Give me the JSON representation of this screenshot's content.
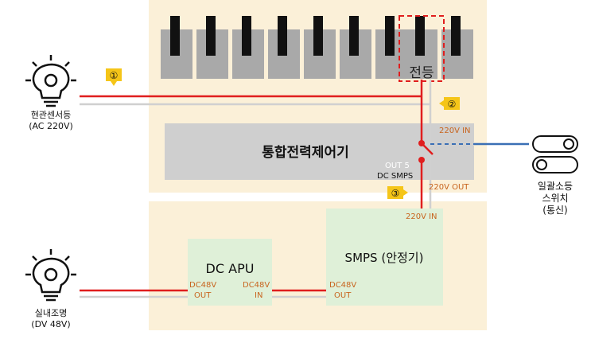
{
  "sensor_light": {
    "line1": "현관센서등",
    "line2": "(AC 220V)"
  },
  "indoor_light": {
    "line1": "실내조명",
    "line2": "(DV 48V)"
  },
  "switch_label": {
    "line1": "일괄소등",
    "line2": "스위치",
    "line3": "(통신)"
  },
  "panel_light_label": "전등",
  "controller": {
    "title": "통합전력제어기",
    "out5": "OUT 5",
    "dc_smps": "DC SMPS",
    "in_220": "220V IN",
    "out_220": "220V OUT"
  },
  "smps": {
    "title": "SMPS (안정기)",
    "in_220": "220V IN",
    "dc48_out_l1": "DC48V",
    "dc48_out_l2": "OUT"
  },
  "dcapu": {
    "title": "DC APU",
    "out_l1": "DC48V",
    "out_l2": "OUT",
    "in_l1": "DC48V",
    "in_l2": "IN"
  },
  "markers": [
    "①",
    "②",
    "③"
  ],
  "colors": {
    "ac_wire": "#e01e1e",
    "neutral_wire": "#d0d0d0",
    "comm_wire": "#3a6fb5",
    "zone_bg": "#fbf0d8",
    "controller_bg": "#cfcfcf",
    "module_bg": "#dff0d8",
    "marker_bg": "#f5c518",
    "label_orange": "#c8641e"
  }
}
